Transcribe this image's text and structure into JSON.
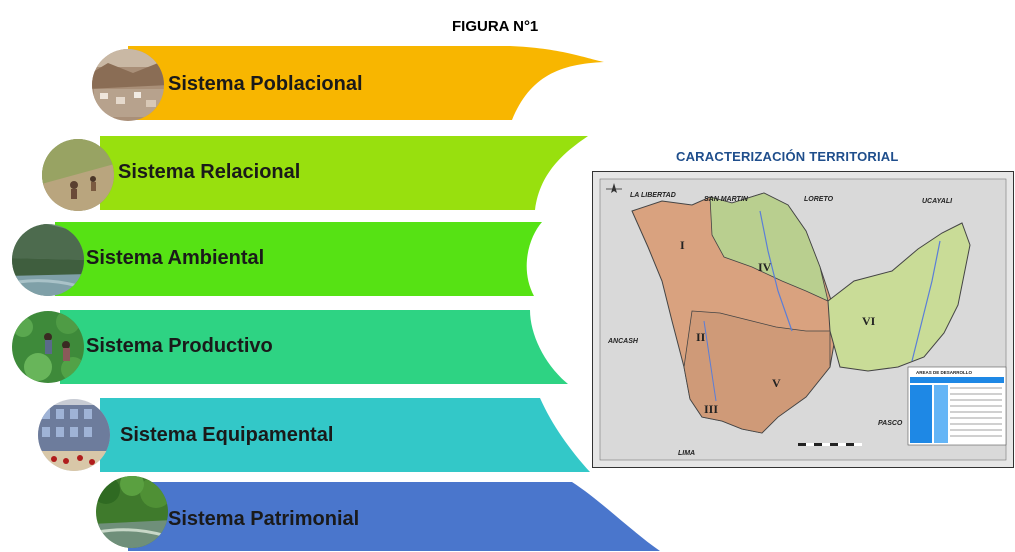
{
  "figure_title": "FIGURA N°1",
  "systems": [
    {
      "label": "Sistema Poblacional",
      "color": "#f8b600"
    },
    {
      "label": "Sistema Relacional",
      "color": "#98e00e"
    },
    {
      "label": "Sistema Ambiental",
      "color": "#56e214"
    },
    {
      "label": "Sistema Productivo",
      "color": "#2ed383"
    },
    {
      "label": "Sistema Equipamental",
      "color": "#33c8c8"
    },
    {
      "label": "Sistema Patrimonial",
      "color": "#4a76cc"
    }
  ],
  "map": {
    "title": "CARACTERIZACIÓN TERRITORIAL",
    "neighbors": [
      "LA LIBERTAD",
      "SAN MARTIN",
      "LORETO",
      "UCAYALI",
      "ANCASH",
      "PASCO",
      "LIMA"
    ],
    "zones": [
      "I",
      "II",
      "III",
      "IV",
      "V",
      "VI"
    ],
    "legend_title": "AREAS DE DESARROLLO"
  }
}
